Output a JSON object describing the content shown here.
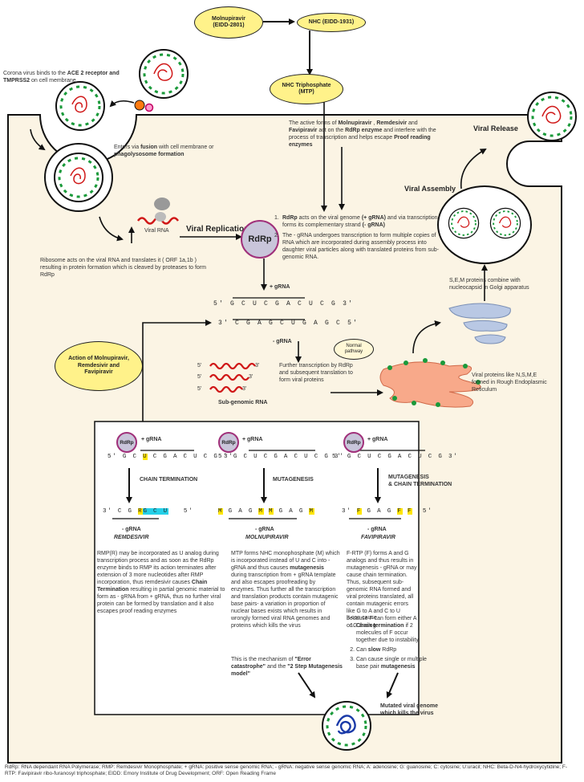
{
  "drugs": {
    "molnupiravir": "Molnupiravir\n(EIDD-2801)",
    "nhc": "NHC (EIDD-1931)",
    "mtp": "NHC Triphosphate\n(MTP)",
    "action": "Action of Molnupiravir,\nRemdesivir and\nFavipiravir"
  },
  "entry": {
    "bind_pre": "Corona virus binds to the ",
    "bind_bold": "ACE 2 receptor and TMPRSS2",
    "bind_post": " on cell membrane",
    "fusion_pre": "Enters via ",
    "fusion_b1": "fusion",
    "fusion_mid": " with cell membrane or ",
    "fusion_b2": "phagolysosome formation"
  },
  "replication": {
    "viral_rna": "Viral RNA",
    "ribosome_text": "Ribosome acts on the viral RNA and translates it ( ORF 1a,1b ) resulting in protein formation which is cleaved by proteases to form RdRp",
    "heading": "Viral Replication",
    "rdrp": "RdRp",
    "active_p1": "The active forms of ",
    "active_b1": "Molnupiravir",
    "active_p2": " , ",
    "active_b2": "Remdesivir",
    "active_p3": " and ",
    "active_b3": "Favipiravir",
    "active_p4": " act on the ",
    "active_b4": "RdRp enzyme",
    "active_p5": " and interfere with the process of transcription and helps escape ",
    "active_b5": "Proof reading enzymes",
    "step1_b": "RdRp",
    "step1_a": " acts on the viral genome ",
    "step1_b2": "(+ gRNA)",
    "step1_c": " and via transcription forms its complementary strand ",
    "step1_b3": "(- gRNA)",
    "step2": "The - gRNA undergoes transcription to form multiple copies of RNA which are incorporated during assembly process into daughter viral particles along with translated proteins from sub-genomic RNA.",
    "plus_grna": "+ gRNA",
    "minus_grna": "- gRNA",
    "seq_prime_5": "5'",
    "seq_prime_3": "3'",
    "seq_top": "G C U C G A C U C G",
    "seq_bottom": "C G A G C U G A G C",
    "further": "Further transcription by RdRp and subsequent translation to form viral proteins",
    "subgenomic": "Sub-genomic RNA",
    "normal": "Normal\npathway",
    "er_text": "Viral proteins like N,S,M,E formed in Rough Endoplasmic Reticulum",
    "golgi_text": "S,E,M proteins combine with nucleocapsid in Golgi apparatus",
    "assembly": "Viral Assembly",
    "release": "Viral Release"
  },
  "panels": [
    {
      "rdrp": "RdRp",
      "grna_plus": "+ gRNA",
      "mech": "CHAIN TERMINATION",
      "grna_minus": "-  gRNA",
      "drug": "REMDESIVIR",
      "desc_pre": "RMP(R) may be incorporated as U analog during transcription process and as soon as the RdRp enzyme binds to RMP its action terminates after extension of 3 more nucleotides after RMP incorporation, thus remdesivir causes ",
      "desc_bold": "Chain Termination",
      "desc_post": " resulting in partial genomic material to form as - gRNA from + gRNA, thus no further viral protein can be formed by translation and it also escapes proof reading enzymes"
    },
    {
      "rdrp": "RdRp",
      "grna_plus": "+ gRNA",
      "mech": "MUTAGENESIS",
      "grna_minus": "-  gRNA",
      "drug": "MOLNUPIRAVIR",
      "desc_pre": "MTP forms NHC monophosphate (M) which is incorporated  instead of U and C into - gRNA and thus causes ",
      "desc_bold": "mutagenesis",
      "desc_post": " during transcription from + gRNA template and also escapes proofreading by enzymes. Thus further all the transcription and translation products contain mutagenic base pairs- a variation in proportion of nuclear bases exists which results in wrongly formed viral RNA genomes and proteins which kills the virus",
      "extra_pre": "This is the mechanism of ",
      "extra_b1": "\"Error catastrophe\"",
      "extra_mid": " and the ",
      "extra_b2": "\"2 Step Mutagenesis model\""
    },
    {
      "rdrp": "RdRp",
      "grna_plus": "+ gRNA",
      "mech": "MUTAGENESIS\n& CHAIN TERMINATION",
      "grna_minus": "-  gRNA",
      "drug": "FAVIPIRAVIR",
      "desc": "F-RTP (F) forms A and G analogs and thus results in mutagenesis - gRNA or may cause chain termination. Thus, subsequent sub-genomic RNA formed and viral proteins translated, all contain mutagenic errors like G to A and C to U because F can form either A or G analog.",
      "can_cause": "It can cause",
      "list": [
        {
          "bold": "Chain termination",
          "rest": " if 2 molecules of F occur together due to instability"
        },
        {
          "pre": "Can ",
          "bold": "slow",
          "rest": " RdRp"
        },
        {
          "pre": "Can cause single or multiple base pair ",
          "bold": "mutagenesis",
          "rest": ""
        }
      ]
    }
  ],
  "outcome": "Mutated viral genome which kills the virus",
  "footer": "RdRp: RNA dependant RNA Polymerase; RMP: Remdesivir Monophosphate; + gRNA: positive sense genomic RNA; - gRNA: negative sense genomic RNA; A: adenosine; G: guanosine; C: cytosine; U:uracil; NHC: Beta-D-N4-hydroxycytidine; F- RTP: Favipiravir ribo-furanosyl triphosphate; EIDD: Emory Institute of Drug Development; ORF: Open Reading Frame"
}
